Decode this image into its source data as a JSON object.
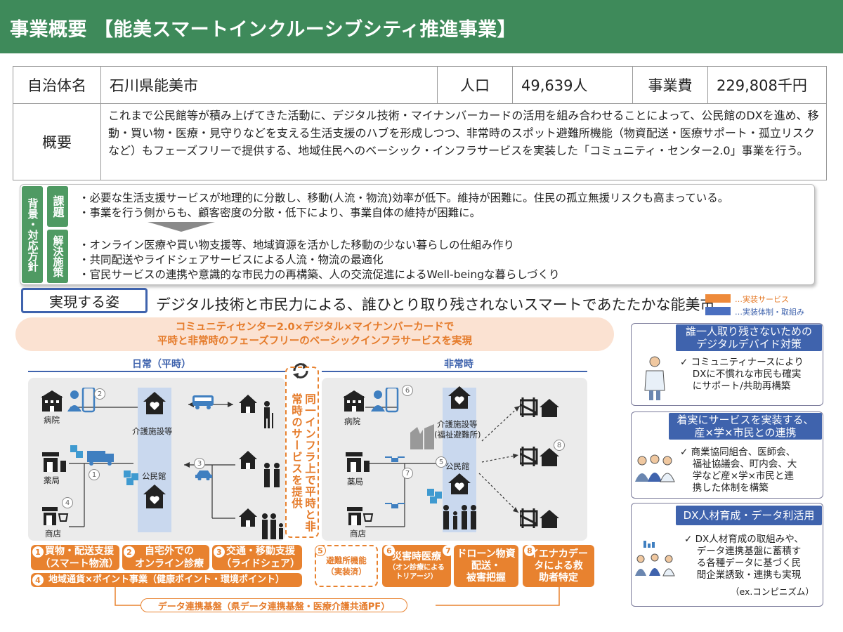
{
  "header": {
    "title": "事業概要 【能美スマートインクルーシブシティ推進事業】"
  },
  "info": {
    "municipality_label": "自治体名",
    "municipality_value": "石川県能美市",
    "population_label": "人口",
    "population_value": "49,639人",
    "cost_label": "事業費",
    "cost_value": "229,808千円",
    "summary_label": "概要",
    "summary_text": "これまで公民館等が積み上げてきた活動に、デジタル技術・マイナンバーカードの活用を組み合わせることによって、公民館のDXを進め、移動・買い物・医療・見守りなどを支える生活支援のハブを形成しつつ、非常時のスポット避難所機能（物資配送・医療サポート・孤立リスクなど）もフェーズフリーで提供する、地域住民へのベーシック・インフラサービスを実装した「コミュニティ・センター2.0」事業を行う。"
  },
  "background": {
    "tag": "背景・対応方針",
    "issues_tag": "課題",
    "issues": [
      "・必要な生活支援サービスが地理的に分散し、移動(人流・物流)効率が低下。維持が困難に。住民の孤立無援リスクも高まっている。",
      "・事業を行う側からも、顧客密度の分散・低下により、事業自体の維持が困難に。"
    ],
    "solutions_tag": "解決施策",
    "solutions": [
      "・オンライン医療や買い物支援等、地域資源を活かした移動の少ない暮らしの仕組み作り",
      "・共同配送やライドシェアサービスによる人流・物流の最適化",
      "・官民サービスの連携や意識的な市民力の再構築、人の交流促進によるWell-beingな暮らしづくり"
    ]
  },
  "vision": {
    "label": "実現する姿",
    "text": "デジタル技術と市民力による、誰ひとり取り残されないスマートであたたかな能美市"
  },
  "legend": {
    "items": [
      {
        "label": "…実装サービス",
        "color": "#ee8a3a"
      },
      {
        "label": "…実装体制・取組み",
        "color": "#4a6fc0"
      }
    ]
  },
  "banner": {
    "line1": "コミュニティセンター2.0×デジタル×マイナンバーカードで",
    "line2": "平時と非常時のフェーズフリーのベーシックインフラサービスを実現"
  },
  "diagram": {
    "normal_title": "日常（平時）",
    "emergency_title": "非常時",
    "center_text": "同一インフラ上で平時と非常時のサービスを提供",
    "normal": {
      "hospital": "病院",
      "pharmacy": "薬局",
      "shop": "商店",
      "care": "介護施設等",
      "community": "公民館"
    },
    "emergency": {
      "hospital": "病院",
      "pharmacy": "薬局",
      "shop": "商店",
      "care": "介護施設等",
      "care_sub": "(福祉避難所)",
      "community": "公民館"
    },
    "markers": [
      "1",
      "2",
      "3",
      "4",
      "5",
      "6",
      "7",
      "8"
    ]
  },
  "services": {
    "s1": {
      "num": "1",
      "label": "買物・配送支援\n（スマート物流）"
    },
    "s2": {
      "num": "2",
      "label": "自宅外での\nオンライン診療"
    },
    "s3": {
      "num": "3",
      "label": "交通・移動支援\n（ライドシェア）"
    },
    "s4": {
      "num": "4",
      "label": "地域通貨×ポイント事業（健康ポイント・環境ポイント）"
    },
    "s5": {
      "num": "5",
      "label": "避難所機能\n（実装済）"
    },
    "s6": {
      "num": "6",
      "label": "災害時医療",
      "sub": "（オン診療による\nトリアージ）"
    },
    "s7": {
      "num": "7",
      "label": "ドローン物資\n配送・\n被害把握"
    },
    "s8": {
      "num": "8",
      "label": "イエナカデー\nタによる救\n助者特定"
    },
    "data_platform": "データ連携基盤（県データ連携基盤・医療介護共通PF）"
  },
  "right_panels": [
    {
      "title": "誰一人取り残さないための\nデジタルデバイド対策",
      "body": "✓ コミュニティナースにより\n　 DXに不慣れな市民も確実\n　 にサポート/共助再構築"
    },
    {
      "title": "着実にサービスを実装する、\n産×学×市民との連携",
      "body": "✓ 商業協同組合、医師会、\n　 福祉協議会、町内会、大\n　 学など産×学×市民と連\n　 携した体制を構築"
    },
    {
      "title": "DX人材育成・データ利活用",
      "body": "✓ DX人材育成の取組みや、\n　 データ連携基盤に蓄積す\n　 る各種データに基づく民\n　 間企業誘致・連携も実現",
      "note": "（ex.コンピニズム）"
    }
  ],
  "colors": {
    "header_green": "#3e8a5a",
    "tag_green": "#4f9a63",
    "accent_orange": "#e8822f",
    "accent_blue": "#3f63ad"
  }
}
